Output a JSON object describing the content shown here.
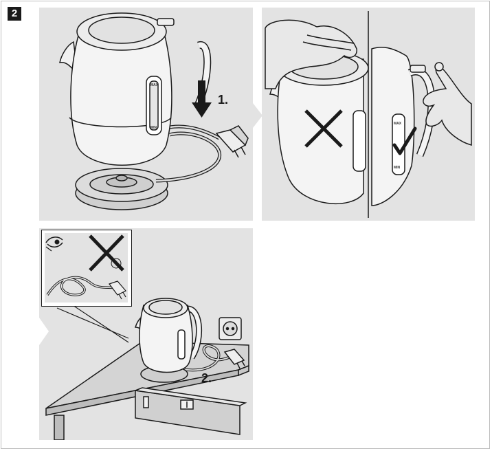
{
  "step_number": "2",
  "panel1": {
    "step_label": "1."
  },
  "panel2": {
    "wrong_mark": "cross-icon",
    "right_mark": "check-icon"
  },
  "panel3": {
    "step_label": "2.",
    "inset_mark": "cross-icon"
  },
  "kettle": {
    "max_mark": "MAX",
    "min_mark": "MIN"
  },
  "colors": {
    "panel_bg": "#e3e3e3",
    "line": "#1a1a1a",
    "badge": "#1a1a1a"
  }
}
